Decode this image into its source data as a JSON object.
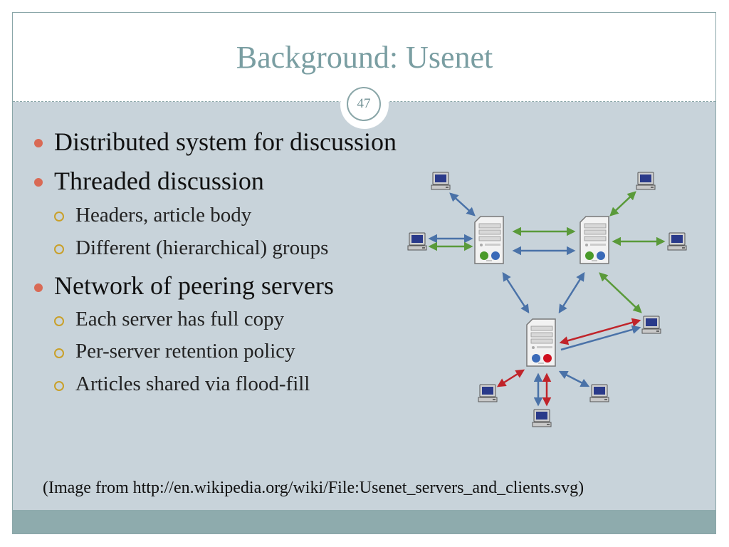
{
  "slide": {
    "title": "Background: Usenet",
    "page_number": "47",
    "bullets": [
      {
        "text": "Distributed system for discussion",
        "children": []
      },
      {
        "text": "Threaded discussion",
        "children": [
          "Headers, article body",
          "Different (hierarchical) groups"
        ]
      },
      {
        "text": "Network of peering servers",
        "children": [
          "Each server has full copy",
          "Per-server retention policy",
          "Articles shared via flood-fill"
        ]
      }
    ],
    "caption": "(Image from http://en.wikipedia.org/wiki/File:Usenet_servers_and_clients.svg)"
  },
  "colors": {
    "title": "#7a9ea2",
    "content_bg": "#c8d3da",
    "footer_bar": "#8eabad",
    "bullet_dot": "#d96a55",
    "sub_bullet_ring": "#c9a02a",
    "arrow_blue": "#4a72a8",
    "arrow_green": "#5a9a3a",
    "arrow_red": "#c0242a"
  },
  "diagram": {
    "servers": [
      "server-top-left",
      "server-top-right",
      "server-bottom"
    ],
    "clients": [
      "client-1",
      "client-2",
      "client-3",
      "client-4",
      "client-5",
      "client-6",
      "client-7"
    ]
  }
}
